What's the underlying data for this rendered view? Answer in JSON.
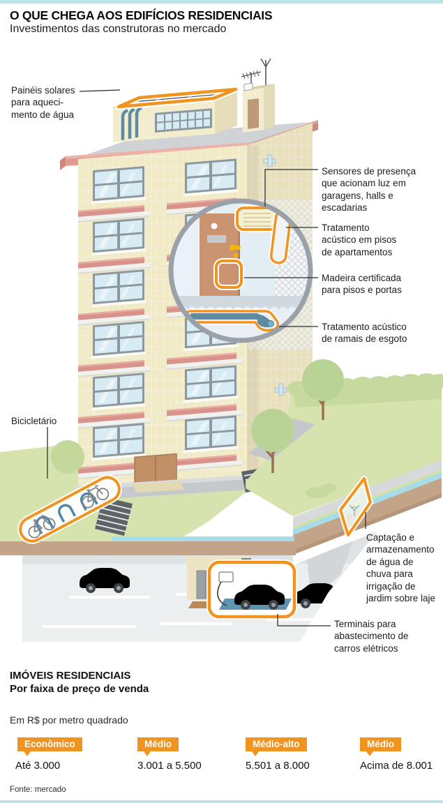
{
  "header": {
    "title": "O QUE CHEGA AOS EDIFÍCIOS RESIDENCIAIS",
    "subtitle": "Investimentos das construtoras no mercado"
  },
  "callouts": {
    "solar": "Painéis solares\npara aqueci-\nmento de água",
    "bikes": "Bicicletário",
    "sensors": "Sensores de presença\nque acionam luz em\ngaragens, halls e\nescadarias",
    "floors": "Tratamento\nacústico em pisos\nde apartamentos",
    "wood": "Madeira certificada\npara pisos e portas",
    "sewage": "Tratamento acústico\nde ramais de esgoto",
    "rainwater": "Captação e\narmazenamento\nde água de\nchuva para\nirrigação de\njardim sobre laje",
    "ev": "Terminais para\nabastecimento de\ncarros elétricos"
  },
  "prices": {
    "title": "IMÓVEIS RESIDENCIAIS",
    "subtitle": "Por faixa de preço de venda",
    "unit": "Em R$ por metro quadrado",
    "categories": [
      {
        "label": "Econômico",
        "range": "Até 3.000"
      },
      {
        "label": "Médio",
        "range": "3.001 a 5.500"
      },
      {
        "label": "Médio-alto",
        "range": "5.501 a 8.000"
      },
      {
        "label": "Médio",
        "range": "Acima de 8.001"
      }
    ]
  },
  "footer": {
    "source": "Fonte: mercado"
  },
  "colors": {
    "accent_orange": "#f0931f",
    "bar_teal": "#bce3e8"
  }
}
